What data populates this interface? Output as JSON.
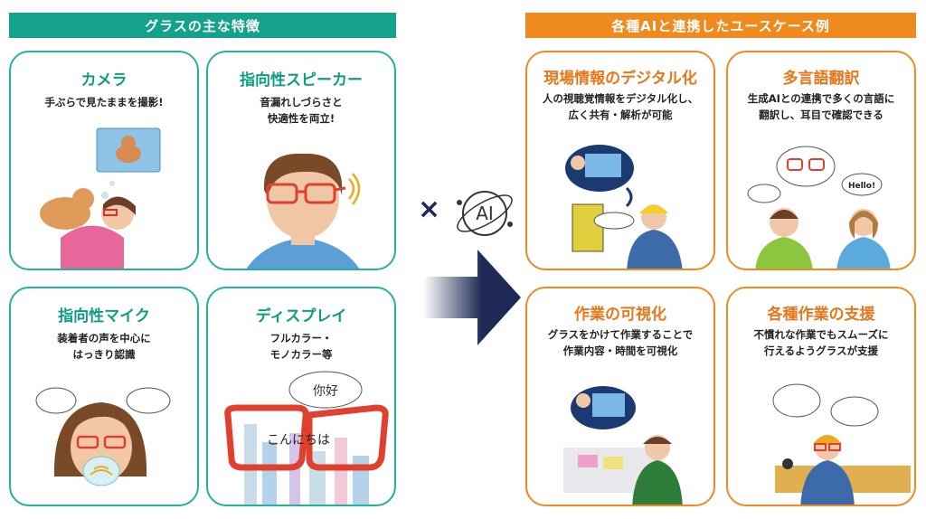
{
  "left_section": {
    "title": "グラスの主な特徴",
    "color": "#14a38a",
    "cards": [
      {
        "title": "カメラ",
        "desc": "手ぶらで見たままを撮影!"
      },
      {
        "title": "指向性スピーカー",
        "desc": "音漏れしづらさと\n快適性を両立!"
      },
      {
        "title": "指向性マイク",
        "desc": "装着者の声を中心に\nはっきり認識"
      },
      {
        "title": "ディスプレイ",
        "desc": "フルカラー・\nモノカラー等"
      }
    ],
    "display_bubble_text": "你好",
    "display_lens_text": "こんにちは"
  },
  "center": {
    "times_symbol": "×",
    "ai_label": "AI",
    "arrow_color": "#1e2a55"
  },
  "right_section": {
    "title": "各種AIと連携したユースケース例",
    "color": "#ef8a1e",
    "cards": [
      {
        "title": "現場情報のデジタル化",
        "desc": "人の視聴覚情報をデジタル化し、\n広く共有・解析が可能"
      },
      {
        "title": "多言語翻訳",
        "desc": "生成AIとの連携で多くの言語に\n翻訳し、耳目で確認できる"
      },
      {
        "title": "作業の可視化",
        "desc": "グラスをかけて作業することで\n作業内容・時間を可視化"
      },
      {
        "title": "各種作業の支援",
        "desc": "不慣れな作業でもスムーズに\n行えるようグラスが支援"
      }
    ],
    "translation_bubble_text": "Hello!"
  }
}
